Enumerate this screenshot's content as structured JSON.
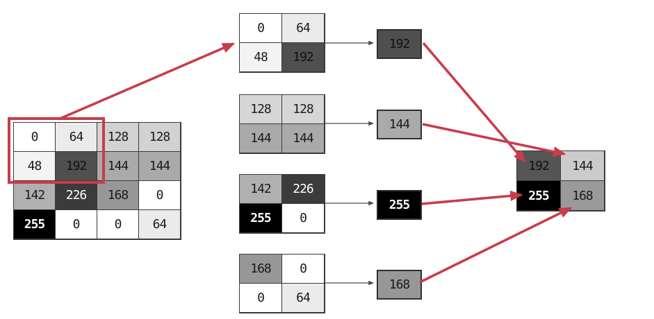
{
  "colors": {
    "background": "#ffffff",
    "arrow_red": "#c83c4c",
    "connector_gray": "#4a4a4a",
    "cell_border": "#3a3a3a"
  },
  "input_matrix": {
    "cells": [
      {
        "v": "0",
        "bg": "#ffffff",
        "fg": "#1a1a1a"
      },
      {
        "v": "64",
        "bg": "#ebebeb",
        "fg": "#1a1a1a"
      },
      {
        "v": "128",
        "bg": "#d2d2d2",
        "fg": "#1a1a1a"
      },
      {
        "v": "128",
        "bg": "#d2d2d2",
        "fg": "#1a1a1a"
      },
      {
        "v": "48",
        "bg": "#f3f3f3",
        "fg": "#1a1a1a"
      },
      {
        "v": "192",
        "bg": "#4f4f4f",
        "fg": "#101010"
      },
      {
        "v": "144",
        "bg": "#aaaaaa",
        "fg": "#1a1a1a"
      },
      {
        "v": "144",
        "bg": "#aaaaaa",
        "fg": "#1a1a1a"
      },
      {
        "v": "142",
        "bg": "#b0b0b0",
        "fg": "#1a1a1a"
      },
      {
        "v": "226",
        "bg": "#3b3b3b",
        "fg": "#ffffff"
      },
      {
        "v": "168",
        "bg": "#979797",
        "fg": "#1a1a1a"
      },
      {
        "v": "0",
        "bg": "#ffffff",
        "fg": "#1a1a1a"
      },
      {
        "v": "255",
        "bg": "#000000",
        "fg": "#ffffff",
        "weight": "bold"
      },
      {
        "v": "0",
        "bg": "#ffffff",
        "fg": "#1a1a1a"
      },
      {
        "v": "0",
        "bg": "#ffffff",
        "fg": "#1a1a1a"
      },
      {
        "v": "64",
        "bg": "#ebebeb",
        "fg": "#1a1a1a"
      }
    ]
  },
  "pool_blocks": [
    {
      "cells": [
        {
          "v": "0",
          "bg": "#ffffff",
          "fg": "#1a1a1a"
        },
        {
          "v": "64",
          "bg": "#ebebeb",
          "fg": "#1a1a1a"
        },
        {
          "v": "48",
          "bg": "#f3f3f3",
          "fg": "#1a1a1a"
        },
        {
          "v": "192",
          "bg": "#4f4f4f",
          "fg": "#101010"
        }
      ]
    },
    {
      "cells": [
        {
          "v": "128",
          "bg": "#d6d6d6",
          "fg": "#1a1a1a"
        },
        {
          "v": "128",
          "bg": "#d6d6d6",
          "fg": "#1a1a1a"
        },
        {
          "v": "144",
          "bg": "#aaaaaa",
          "fg": "#1a1a1a"
        },
        {
          "v": "144",
          "bg": "#aaaaaa",
          "fg": "#1a1a1a"
        }
      ]
    },
    {
      "cells": [
        {
          "v": "142",
          "bg": "#b0b0b0",
          "fg": "#1a1a1a"
        },
        {
          "v": "226",
          "bg": "#3b3b3b",
          "fg": "#ffffff"
        },
        {
          "v": "255",
          "bg": "#000000",
          "fg": "#ffffff",
          "weight": "bold"
        },
        {
          "v": "0",
          "bg": "#ffffff",
          "fg": "#1a1a1a"
        }
      ]
    },
    {
      "cells": [
        {
          "v": "168",
          "bg": "#979797",
          "fg": "#1a1a1a"
        },
        {
          "v": "0",
          "bg": "#ffffff",
          "fg": "#1a1a1a"
        },
        {
          "v": "0",
          "bg": "#ffffff",
          "fg": "#1a1a1a"
        },
        {
          "v": "64",
          "bg": "#ebebeb",
          "fg": "#1a1a1a"
        }
      ]
    }
  ],
  "max_outputs": [
    {
      "v": "192",
      "bg": "#4f4f4f",
      "fg": "#101010"
    },
    {
      "v": "144",
      "bg": "#aaaaaa",
      "fg": "#1a1a1a"
    },
    {
      "v": "255",
      "bg": "#000000",
      "fg": "#ffffff",
      "weight": "bold"
    },
    {
      "v": "168",
      "bg": "#979797",
      "fg": "#1a1a1a"
    }
  ],
  "output_matrix": {
    "cells": [
      {
        "v": "192",
        "bg": "#555555",
        "fg": "#101010"
      },
      {
        "v": "144",
        "bg": "#cbcbcb",
        "fg": "#1a1a1a"
      },
      {
        "v": "255",
        "bg": "#000000",
        "fg": "#ffffff",
        "weight": "bold"
      },
      {
        "v": "168",
        "bg": "#9a9a9a",
        "fg": "#1a1a1a"
      }
    ]
  }
}
